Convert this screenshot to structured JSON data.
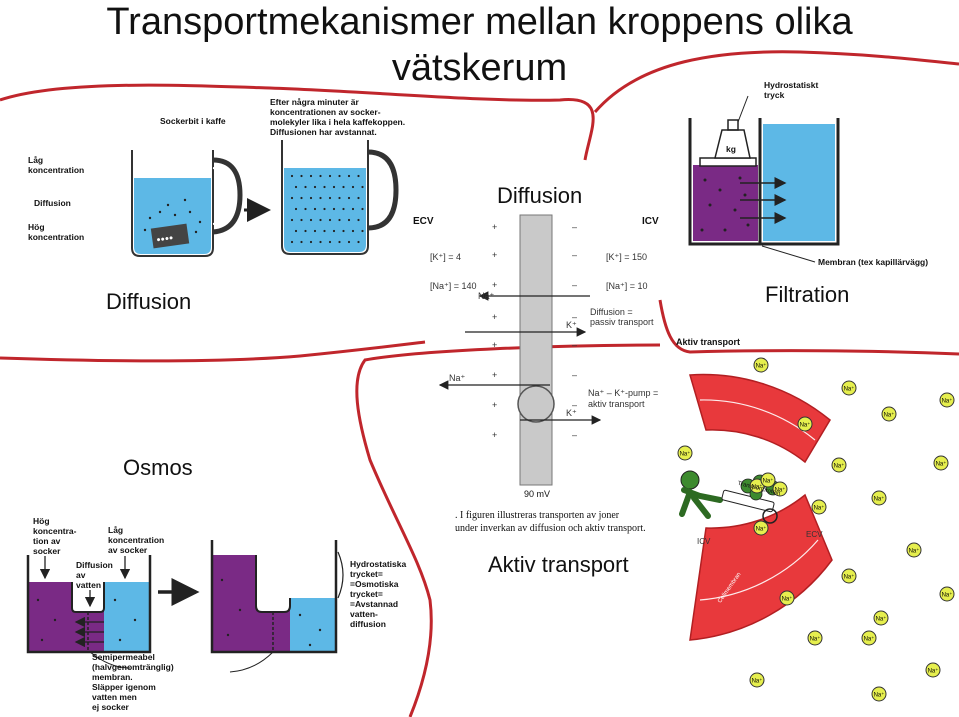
{
  "title": {
    "line1": "Transportmekanismer mellan kroppens olika",
    "line2": "vätskerum"
  },
  "sections": {
    "diffusion_left": "Diffusion",
    "diffusion_center": "Diffusion",
    "filtration": "Filtration",
    "osmos": "Osmos",
    "aktiv_transport": "Aktiv transport"
  },
  "coffee": {
    "sugar_cube": "Sockerbit i kaffe",
    "after_minutes": [
      "Efter några minuter är",
      "koncentrationen av socker-",
      "molekyler lika i hela kaffekoppen.",
      "Diffusionen har avstannat."
    ],
    "low_conc": [
      "Låg",
      "koncentration"
    ],
    "diffusion": "Diffusion",
    "high_conc": [
      "Hög",
      "koncentration"
    ]
  },
  "filtration": {
    "hydrostatic": [
      "Hydrostatiskt",
      "tryck"
    ],
    "weight": "kg",
    "membrane": "Membran (tex kapillärvägg)"
  },
  "ion": {
    "ecv": "ECV",
    "icv": "ICV",
    "k_out": "[K⁺] = 4",
    "k_in": "[K⁺] = 150",
    "na_out": "[Na⁺] = 140",
    "na_in": "[Na⁺] = 10",
    "na": "Na⁺",
    "k": "K⁺",
    "diffusion_passive": [
      "Diffusion =",
      "passiv transport"
    ],
    "pump": [
      "Na⁺ – K⁺-pump =",
      "aktiv transport"
    ],
    "voltage": "90 mV",
    "caption": [
      ". I figuren illustreras transporten av joner",
      "under inverkan av diffusion och aktiv transport."
    ],
    "plus": "+",
    "minus": "–"
  },
  "osmos": {
    "high": [
      "Hög",
      "koncentra-",
      "tion av",
      "socker"
    ],
    "low": [
      "Låg",
      "koncentration",
      "av socker"
    ],
    "water_diff": [
      "Diffusion",
      "av",
      "vatten"
    ],
    "semiperm": [
      "Semipermeabel",
      "(halvgenomtränglig)",
      "membran.",
      "Släpper igenom",
      "vatten men",
      "ej socker"
    ],
    "hydro": [
      "Hydrostatiska",
      "trycket=",
      "=Osmotiska",
      "trycket=",
      "=Avstannad",
      "vatten-",
      "diffusion"
    ]
  },
  "active": {
    "title": "Aktiv transport",
    "icv": "ICV",
    "ecv": "ECV",
    "protein": "Transportprotein",
    "cell_membrane": "Cellmembran",
    "na": "Na⁺"
  },
  "colors": {
    "divider": "#c0262c",
    "water": "#5db8e6",
    "purple": "#7a2a85",
    "membrane_red": "#e8393c",
    "na_ball": "#e6ef4e",
    "ion_bar": "#c9c9c9"
  }
}
